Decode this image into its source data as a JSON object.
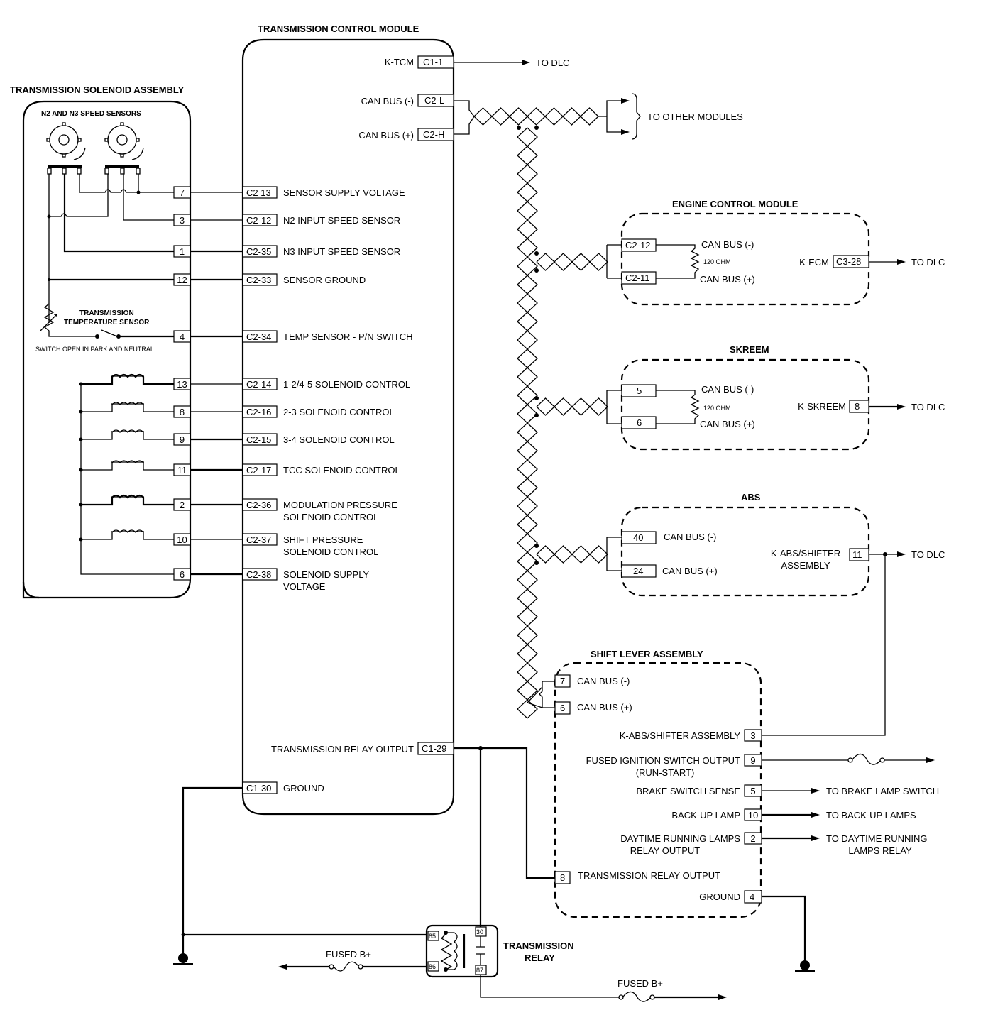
{
  "diagram": {
    "tcm": {
      "title": "TRANSMISSION CONTROL MODULE",
      "right_pins": [
        {
          "label": "K-TCM",
          "pin": "C1-1",
          "dest": "TO DLC"
        },
        {
          "label": "CAN BUS (-)",
          "pin": "C2-L"
        },
        {
          "label": "CAN BUS (+)",
          "pin": "C2-H"
        },
        {
          "label": "TRANSMISSION RELAY OUTPUT",
          "pin": "C1-29"
        }
      ],
      "left_pins": [
        {
          "pin": "C2 13",
          "label": "SENSOR SUPPLY VOLTAGE",
          "label2": ""
        },
        {
          "pin": "C2-12",
          "label": "N2 INPUT SPEED SENSOR",
          "label2": ""
        },
        {
          "pin": "C2-35",
          "label": "N3 INPUT SPEED SENSOR",
          "label2": ""
        },
        {
          "pin": "C2-33",
          "label": "SENSOR GROUND",
          "label2": ""
        },
        {
          "pin": "C2-34",
          "label": "TEMP SENSOR - P/N SWITCH",
          "label2": ""
        },
        {
          "pin": "C2-14",
          "label": "1-2/4-5 SOLENOID CONTROL",
          "label2": ""
        },
        {
          "pin": "C2-16",
          "label": "2-3 SOLENOID CONTROL",
          "label2": ""
        },
        {
          "pin": "C2-15",
          "label": "3-4 SOLENOID CONTROL",
          "label2": ""
        },
        {
          "pin": "C2-17",
          "label": "TCC SOLENOID CONTROL",
          "label2": ""
        },
        {
          "pin": "C2-36",
          "label": "MODULATION PRESSURE",
          "label2": "SOLENOID CONTROL"
        },
        {
          "pin": "C2-37",
          "label": "SHIFT PRESSURE",
          "label2": "SOLENOID CONTROL"
        },
        {
          "pin": "C2-38",
          "label": "SOLENOID SUPPLY",
          "label2": "VOLTAGE"
        },
        {
          "pin": "C1-30",
          "label": "GROUND",
          "label2": ""
        }
      ],
      "other_modules": "TO OTHER MODULES"
    },
    "solenoid_assembly": {
      "title": "TRANSMISSION SOLENOID ASSEMBLY",
      "sensors_label": "N2 AND N3 SPEED SENSORS",
      "temp_label_1": "TRANSMISSION",
      "temp_label_2": "TEMPERATURE SENSOR",
      "switch_note": "SWITCH OPEN IN PARK AND NEUTRAL",
      "pins": [
        "7",
        "3",
        "1",
        "12",
        "4",
        "13",
        "8",
        "9",
        "11",
        "2",
        "10",
        "6"
      ]
    },
    "ecm": {
      "title": "ENGINE CONTROL MODULE",
      "pin_minus": "C2-12",
      "pin_plus": "C2-11",
      "can_minus": "CAN BUS (-)",
      "can_plus": "CAN BUS (+)",
      "resistor": "120 OHM",
      "k_label": "K-ECM",
      "k_pin": "C3-28",
      "dest": "TO DLC"
    },
    "skreem": {
      "title": "SKREEM",
      "pin_minus": "5",
      "pin_plus": "6",
      "can_minus": "CAN BUS (-)",
      "can_plus": "CAN BUS (+)",
      "resistor": "120 OHM",
      "k_label": "K-SKREEM",
      "k_pin": "8",
      "dest": "TO DLC"
    },
    "abs": {
      "title": "ABS",
      "pin_minus": "40",
      "pin_plus": "24",
      "can_minus": "CAN BUS (-)",
      "can_plus": "CAN BUS (+)",
      "k_label_1": "K-ABS/SHIFTER",
      "k_label_2": "ASSEMBLY",
      "k_pin": "11",
      "dest": "TO DLC"
    },
    "shift_lever": {
      "title": "SHIFT LEVER ASSEMBLY",
      "can_minus_pin": "7",
      "can_minus": "CAN BUS (-)",
      "can_plus_pin": "6",
      "can_plus": "CAN BUS (+)",
      "right_pins": [
        {
          "label": "K-ABS/SHIFTER ASSEMBLY",
          "label2": "",
          "pin": "3",
          "dest": "",
          "dest2": ""
        },
        {
          "label": "FUSED IGNITION SWITCH OUTPUT",
          "label2": "(RUN-START)",
          "pin": "9",
          "dest": "",
          "dest2": ""
        },
        {
          "label": "BRAKE SWITCH SENSE",
          "label2": "",
          "pin": "5",
          "dest": "TO BRAKE LAMP SWITCH",
          "dest2": ""
        },
        {
          "label": "BACK-UP LAMP",
          "label2": "",
          "pin": "10",
          "dest": "TO BACK-UP LAMPS",
          "dest2": ""
        },
        {
          "label": "DAYTIME RUNNING LAMPS",
          "label2": "RELAY OUTPUT",
          "pin": "2",
          "dest": "TO DAYTIME RUNNING",
          "dest2": "LAMPS RELAY"
        }
      ],
      "relay_pin": "8",
      "relay_label": "TRANSMISSION RELAY OUTPUT",
      "ground_label": "GROUND",
      "ground_pin": "4"
    },
    "relay": {
      "title_1": "TRANSMISSION",
      "title_2": "RELAY",
      "pins": [
        "85",
        "86",
        "30",
        "87"
      ],
      "fused_left": "FUSED B+",
      "fused_bottom": "FUSED B+"
    }
  }
}
